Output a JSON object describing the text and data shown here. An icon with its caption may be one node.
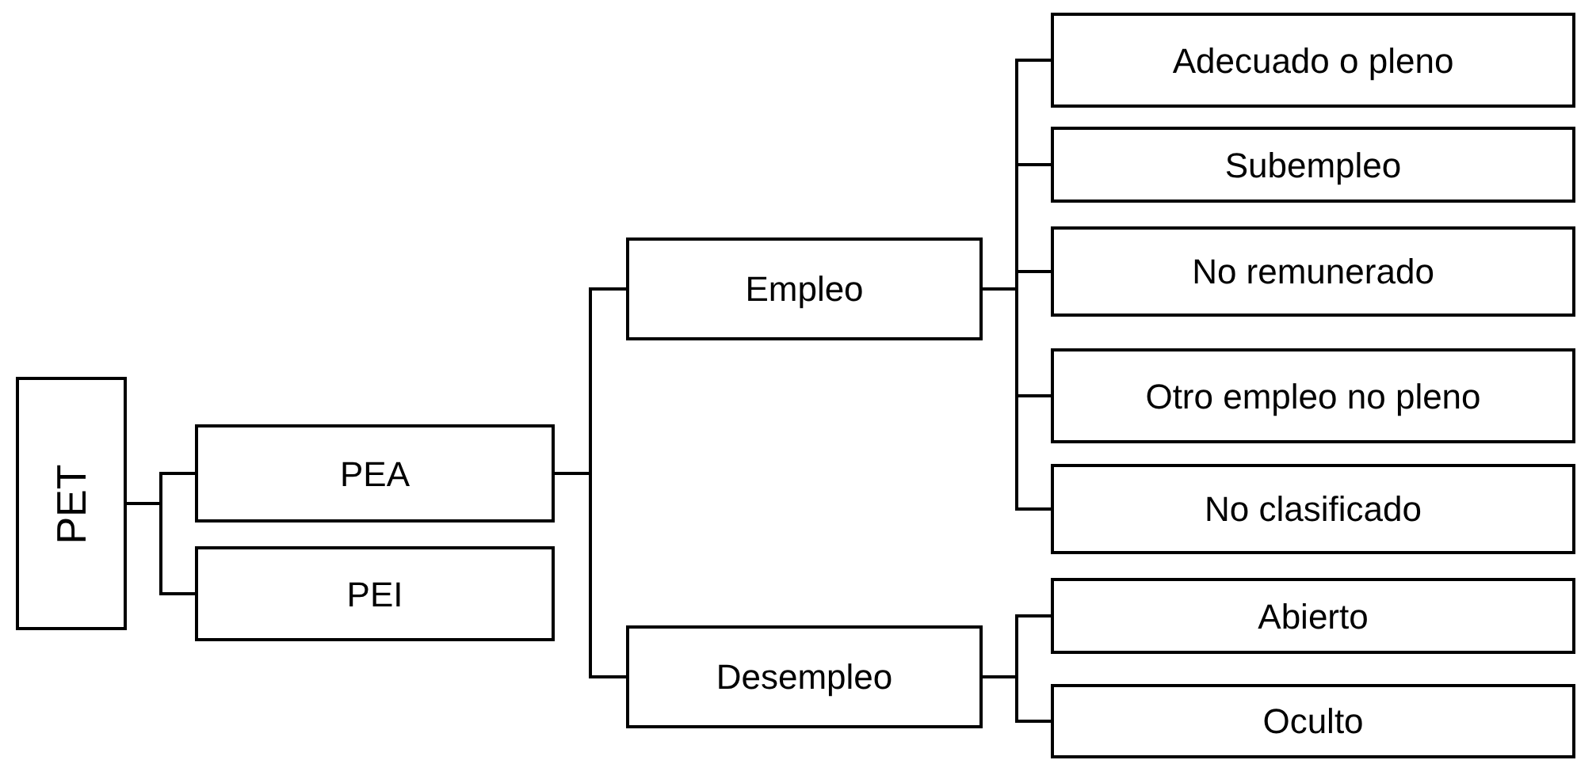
{
  "diagram": {
    "nodes": [
      {
        "text": [
          "PET"
        ]
      },
      {
        "text": [
          "PEA"
        ]
      },
      {
        "text": [
          "PEI"
        ]
      },
      {
        "text": [
          "Empleo"
        ]
      },
      {
        "text": [
          "Desempleo"
        ]
      },
      {
        "text": [
          "Adecuado o pleno"
        ]
      },
      {
        "text": [
          "Subempleo"
        ]
      },
      {
        "text": [
          "No remunerado"
        ]
      },
      {
        "text": [
          "Otro empleo no pleno"
        ]
      },
      {
        "text": [
          "No clasificado"
        ]
      },
      {
        "text": [
          "Abierto"
        ]
      },
      {
        "text": [
          "Oculto"
        ]
      }
    ],
    "edges": [
      {
        "from": 0,
        "to": 1,
        "arrow": "none"
      },
      {
        "from": 0,
        "to": 2,
        "arrow": "none"
      },
      {
        "from": 1,
        "to": 3,
        "arrow": "none"
      },
      {
        "from": 1,
        "to": 4,
        "arrow": "none"
      },
      {
        "from": 3,
        "to": 5,
        "arrow": "none"
      },
      {
        "from": 3,
        "to": 6,
        "arrow": "none"
      },
      {
        "from": 3,
        "to": 7,
        "arrow": "none"
      },
      {
        "from": 3,
        "to": 8,
        "arrow": "none"
      },
      {
        "from": 3,
        "to": 9,
        "arrow": "none"
      },
      {
        "from": 4,
        "to": 10,
        "arrow": "none"
      },
      {
        "from": 4,
        "to": 11,
        "arrow": "none"
      }
    ]
  }
}
